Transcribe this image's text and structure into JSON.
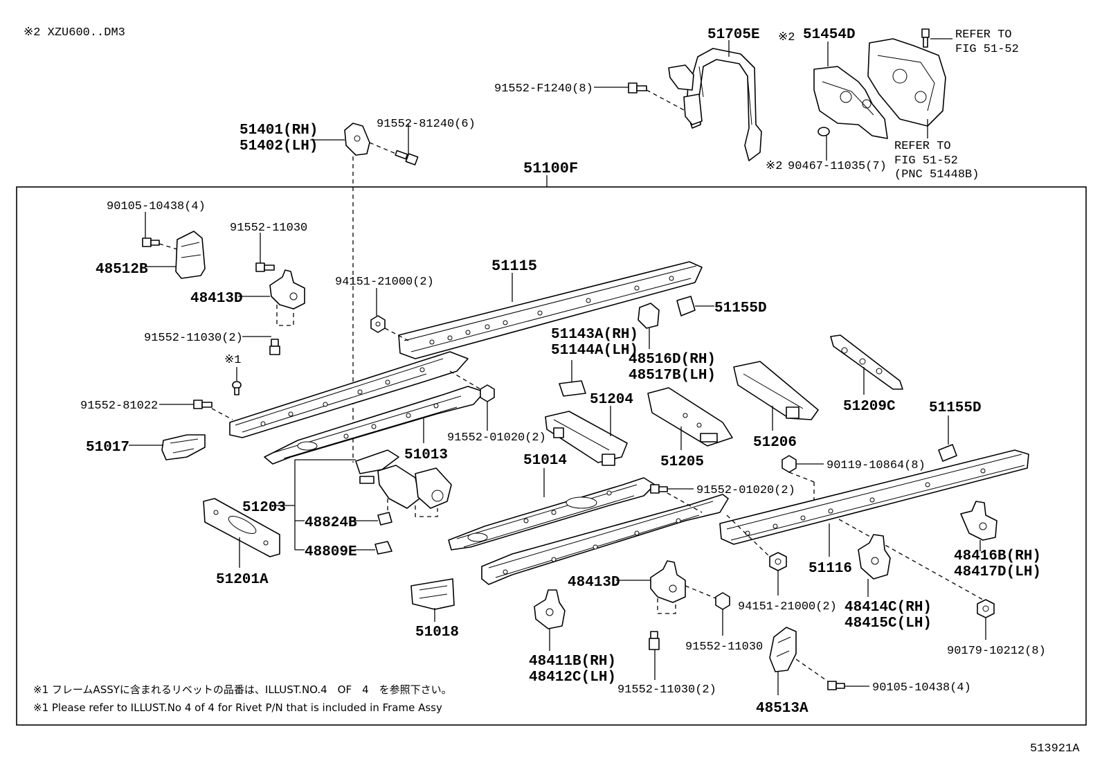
{
  "header": {
    "variant_note": "※2 XZU600..DM3",
    "illustration_id": "513921A"
  },
  "notes": {
    "rivet_note_ja": "※1 フレームASSYに含まれるリベットの品番は、ILLUST.NO.4　OF　4　を参照下さい。",
    "rivet_note_en": "※1 Please refer to ILLUST.No 4 of 4 for Rivet P/N that is included in Frame Assy"
  },
  "labels": {
    "p51705E": "51705E",
    "p51454D": "51454D",
    "mark2_a": "※2",
    "mark2_b": "※2",
    "refer_top_1": "REFER TO",
    "refer_top_2": "FIG 51-52",
    "refer_mid_1": "REFER TO",
    "refer_mid_2": "FIG 51-52",
    "refer_mid_3": "(PNC 51448B)",
    "p91552F1240": "91552-F1240(8)",
    "p90467": "90467-11035(7)",
    "p51401": "51401(RH)",
    "p51402": "51402(LH)",
    "p91552_81240": "91552-81240(6)",
    "p51100F": "51100F",
    "p90105_top": "90105-10438(4)",
    "p48512B": "48512B",
    "p91552_11030_top": "91552-11030",
    "p48413D_top": "48413D",
    "p91552_11030_2_top": "91552-11030(2)",
    "mark1": "※1",
    "p91552_81022": "91552-81022",
    "p51017": "51017",
    "p51115": "51115",
    "p94151_top": "94151-21000(2)",
    "p51155D_top": "51155D",
    "p51143A": "51143A(RH)",
    "p51144A": "51144A(LH)",
    "p48516D": "48516D(RH)",
    "p48517B": "48517B(LH)",
    "p51209C": "51209C",
    "p51155D_mid": "51155D",
    "p51204": "51204",
    "p51206": "51206",
    "p51205": "51205",
    "p51013": "51013",
    "p91552_01020_left": "91552-01020(2)",
    "p51014": "51014",
    "p90119": "90119-10864(8)",
    "p91552_01020_mid": "91552-01020(2)",
    "p51203": "51203",
    "p48824B": "48824B",
    "p48809E": "48809E",
    "p51201A": "51201A",
    "p51116": "51116",
    "p48416B": "48416B(RH)",
    "p48417D": "48417D(LH)",
    "p48413D_bot": "48413D",
    "p94151_bot": "94151-21000(2)",
    "p48414C": "48414C(RH)",
    "p48415C": "48415C(LH)",
    "p51018": "51018",
    "p91552_11030_bot": "91552-11030",
    "p90179": "90179-10212(8)",
    "p48411B": "48411B(RH)",
    "p48412C": "48412C(LH)",
    "p91552_11030_2_bot": "91552-11030(2)",
    "p90105_bot": "90105-10438(4)",
    "p48513A": "48513A"
  },
  "icons": [
    "bolt-icon",
    "nut-icon",
    "rivet-icon",
    "bracket-icon",
    "frame-rail-icon",
    "crossmember-icon"
  ],
  "colors": {
    "ink": "#000000",
    "paper": "#ffffff"
  }
}
